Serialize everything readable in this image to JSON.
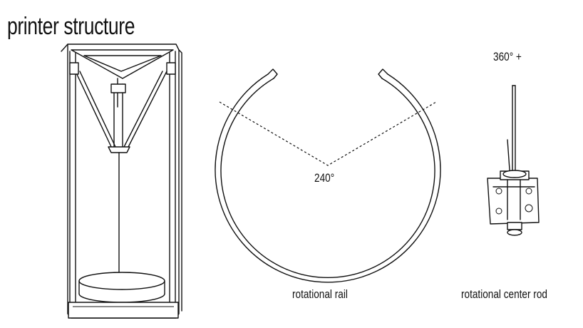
{
  "title": "printer structure",
  "labels": {
    "angle_rail": "240°",
    "rail_caption": "rotational rail",
    "angle_rod": "360° +",
    "rod_caption": "rotational center rod"
  }
}
